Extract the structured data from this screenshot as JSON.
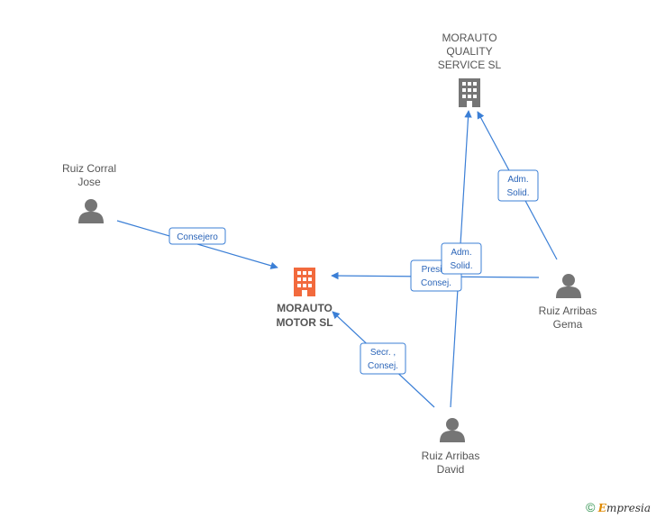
{
  "colors": {
    "edge": "#3b7fd6",
    "company_main": "#f26a3d",
    "company": "#757575",
    "person": "#757575"
  },
  "nodes": {
    "morauto_motor": {
      "lines": [
        "MORAUTO",
        "MOTOR SL"
      ],
      "icon": "building-icon"
    },
    "morauto_quality": {
      "lines": [
        "MORAUTO",
        "QUALITY",
        "SERVICE SL"
      ],
      "icon": "building-icon"
    },
    "ruiz_corral": {
      "lines": [
        "Ruiz Corral",
        "Jose"
      ],
      "icon": "person-icon"
    },
    "ruiz_arribas_gema": {
      "lines": [
        "Ruiz Arribas",
        "Gema"
      ],
      "icon": "person-icon"
    },
    "ruiz_arribas_david": {
      "lines": [
        "Ruiz Arribas",
        "David"
      ],
      "icon": "person-icon"
    }
  },
  "edges": {
    "consejero": {
      "lines": [
        "Consejero"
      ]
    },
    "presi_consej": {
      "lines": [
        "Presi…",
        "Consej."
      ]
    },
    "adm_solid_center": {
      "lines": [
        "Adm.",
        "Solid."
      ]
    },
    "adm_solid_top": {
      "lines": [
        "Adm.",
        "Solid."
      ]
    },
    "secr_consej": {
      "lines": [
        "Secr. ,",
        "Consej."
      ]
    }
  },
  "brand": {
    "copyright": "©",
    "initial": "E",
    "rest": "mpresia"
  }
}
